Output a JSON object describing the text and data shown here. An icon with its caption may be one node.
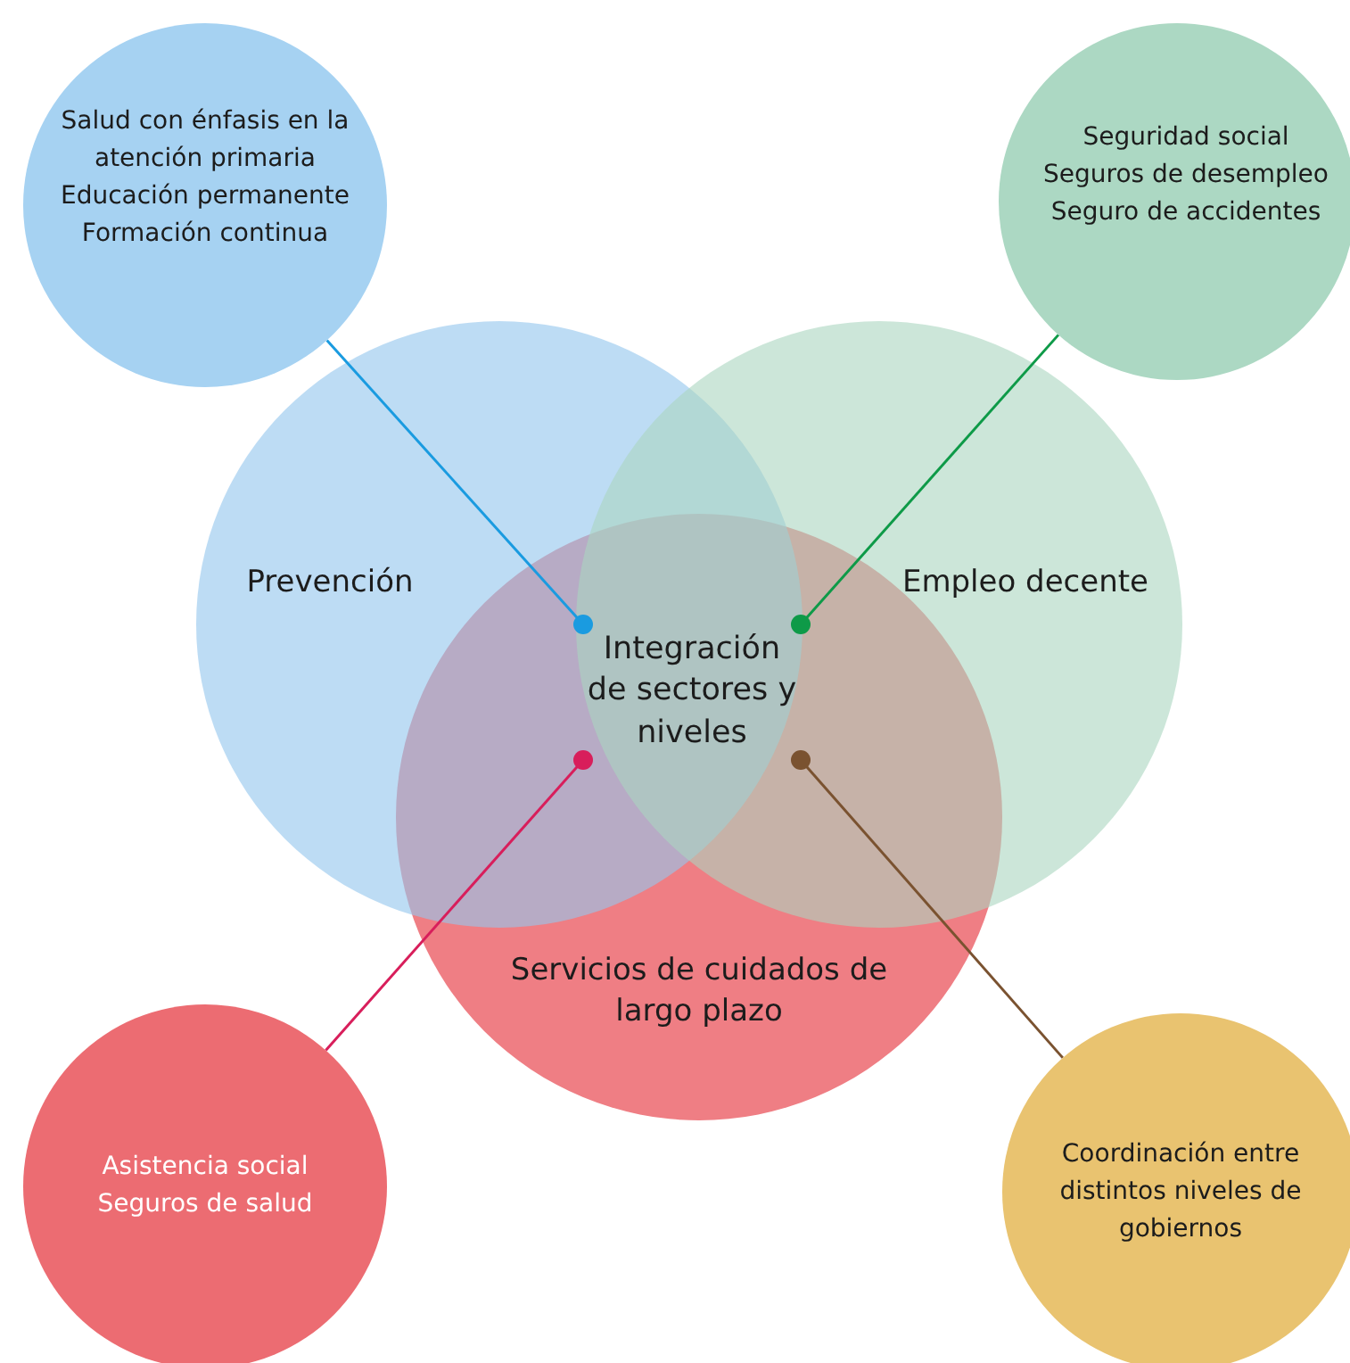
{
  "diagram": {
    "nodes": [
      {
        "text": [
          "Prevención"
        ]
      },
      {
        "text": [
          "Empleo decente"
        ]
      },
      {
        "text": [
          "Servicios de cuidados de largo plazo"
        ]
      },
      {
        "text": [
          "Integración de sectores y niveles"
        ]
      },
      {
        "text": [
          "Salud con énfasis en la atención primaria",
          "Educación permanente",
          "Formación continua"
        ]
      },
      {
        "text": [
          "Seguridad social",
          "Seguros de desempleo",
          "Seguro de accidentes"
        ]
      },
      {
        "text": [
          "Asistencia social",
          "Seguros de salud"
        ]
      },
      {
        "text": [
          "Coordinación entre distintos niveles de gobiernos"
        ]
      }
    ],
    "edges": [
      {
        "from": 4,
        "to": 3,
        "arrow": "other",
        "color": "#1a9be0"
      },
      {
        "from": 5,
        "to": 3,
        "arrow": "other",
        "color": "#0e9a48"
      },
      {
        "from": 6,
        "to": 3,
        "arrow": "other",
        "color": "#d81e5b"
      },
      {
        "from": 7,
        "to": 3,
        "arrow": "other",
        "color": "#7a5230"
      }
    ]
  }
}
